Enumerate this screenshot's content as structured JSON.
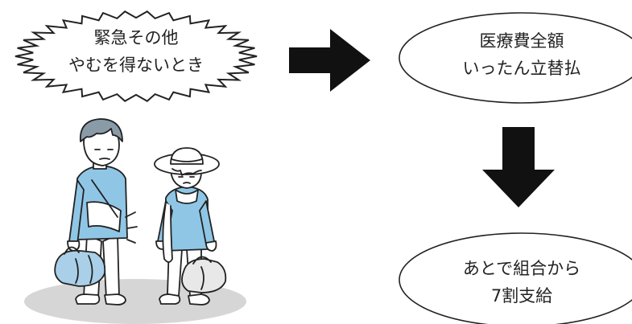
{
  "burst": {
    "line1": "緊急その他",
    "line2": "やむを得ないとき"
  },
  "step1": {
    "line1": "医療費全額",
    "line2": "いったん立替払"
  },
  "step2": {
    "line1": "あとで組合から",
    "line2": "7割支給"
  },
  "colors": {
    "arrow": "#111111",
    "outline": "#222222",
    "shirt_blue": "#8fc6e6",
    "bag_blue": "#a9d0e8",
    "ground_gray": "#d6d6d6"
  },
  "illustration": "two-people-with-bags-icon"
}
